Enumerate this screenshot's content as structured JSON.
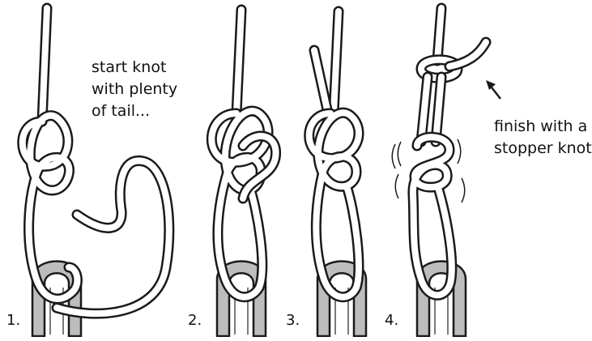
{
  "annotations": {
    "start_note": [
      "start knot",
      "with plenty",
      "of tail..."
    ],
    "finish_note": [
      "finish with a",
      "stopper knot"
    ]
  },
  "steps": [
    {
      "number": "1."
    },
    {
      "number": "2."
    },
    {
      "number": "3."
    },
    {
      "number": "4."
    }
  ],
  "colors": {
    "rope_outline": "#1a1a1a",
    "rope_fill": "#ffffff",
    "ring_shade": "#9a9a9a",
    "background": "#ffffff"
  }
}
